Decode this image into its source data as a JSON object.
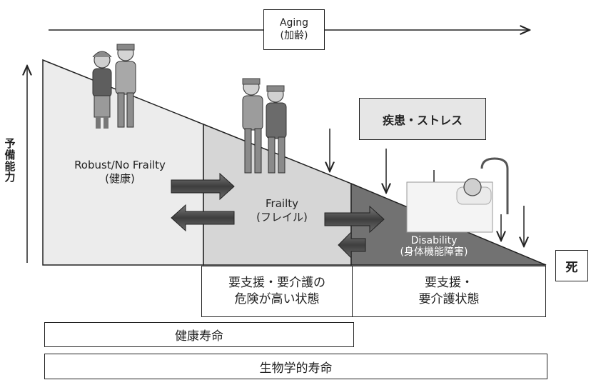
{
  "aging": {
    "en": "Aging",
    "jp": "(加齢)"
  },
  "y_axis_label": [
    "予",
    "備",
    "能",
    "力"
  ],
  "stages": {
    "robust": {
      "en": "Robust/No Frailty",
      "jp": "(健康)"
    },
    "frailty": {
      "en": "Frailty",
      "jp": "(フレイル)"
    },
    "disability": {
      "en": "Disability",
      "jp": "(身体機能障害)"
    }
  },
  "disease_stress": "疾患・ストレス",
  "death": "死",
  "status_boxes": {
    "at_risk": [
      "要支援・要介護の",
      "危険が高い状態"
    ],
    "care_needed": [
      "要支援・",
      "要介護状態"
    ]
  },
  "lifespan": {
    "healthy": "健康寿命",
    "biological": "生物学的寿命"
  },
  "colors": {
    "robust_zone": "#ececec",
    "frailty_zone": "#d6d6d6",
    "disability_zone": "#6e6e6e",
    "arrow_fill": "#555555"
  }
}
